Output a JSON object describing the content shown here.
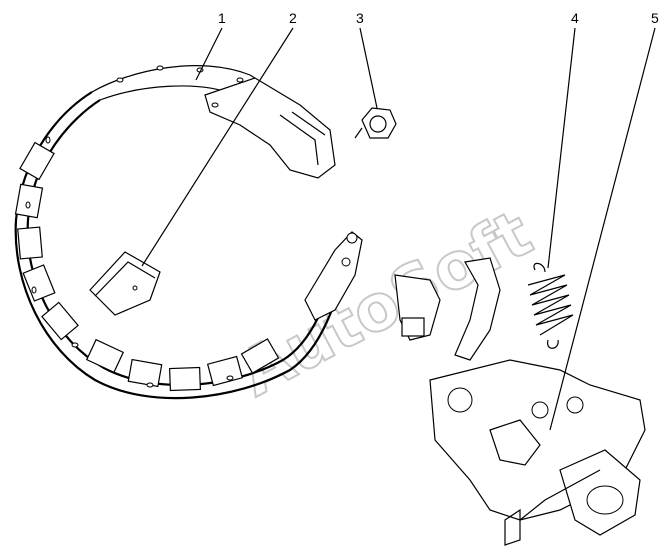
{
  "callouts": [
    {
      "id": "1",
      "label": "1"
    },
    {
      "id": "2",
      "label": "2"
    },
    {
      "id": "3",
      "label": "3"
    },
    {
      "id": "4",
      "label": "4"
    },
    {
      "id": "5",
      "label": "5"
    }
  ],
  "watermark": "AutoSoft"
}
